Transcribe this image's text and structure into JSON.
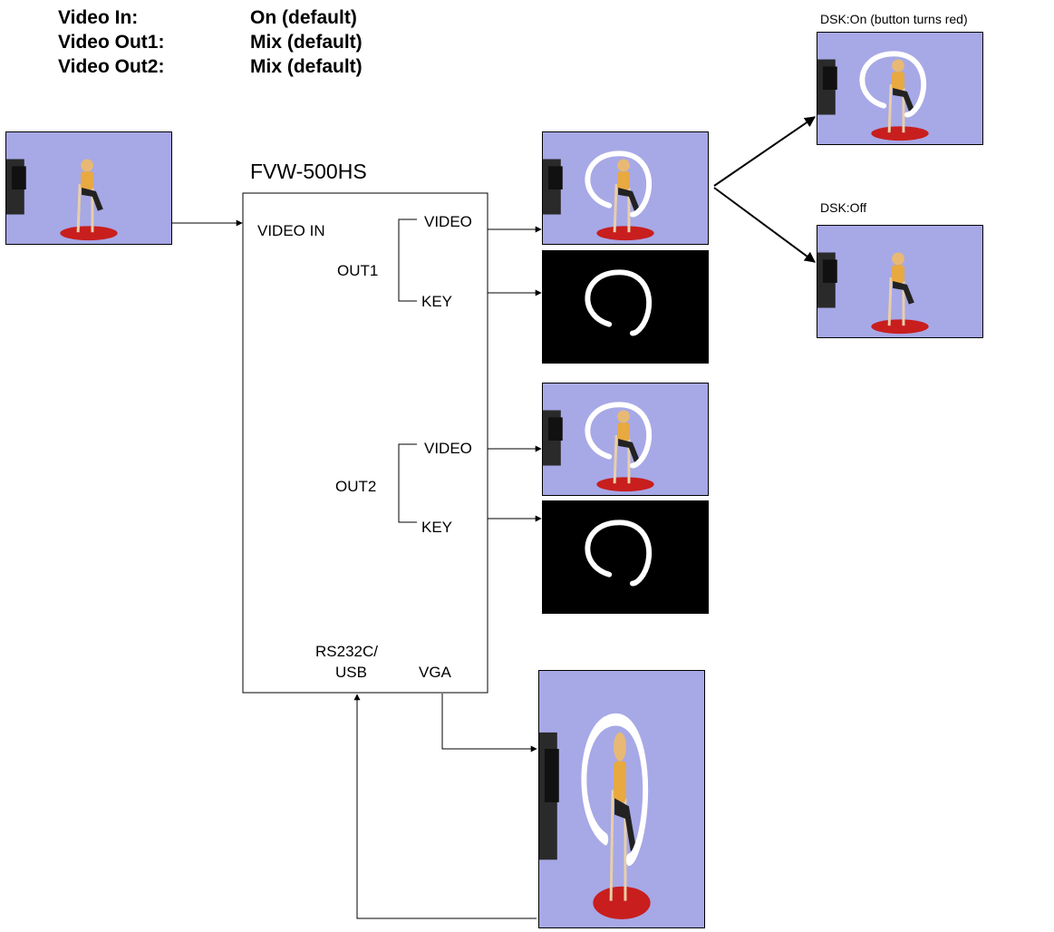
{
  "settings": [
    {
      "label": "Video In:",
      "value": "On (default)"
    },
    {
      "label": "Video Out1:",
      "value": "Mix (default)"
    },
    {
      "label": "Video Out2:",
      "value": "Mix (default)"
    }
  ],
  "device": {
    "name": "FVW-500HS",
    "video_in": "VIDEO IN",
    "out1": "OUT1",
    "out2": "OUT2",
    "video": "VIDEO",
    "key": "KEY",
    "serial_line1": "RS232C/",
    "serial_line2": "USB",
    "vga": "VGA"
  },
  "dsk": {
    "on": "DSK:On (button turns red)",
    "off": "DSK:Off"
  },
  "colors": {
    "backdrop": "#a7a8e6",
    "floor_disc": "#c81e1e",
    "key_bg": "#000000",
    "stroke": "#ffffff"
  }
}
